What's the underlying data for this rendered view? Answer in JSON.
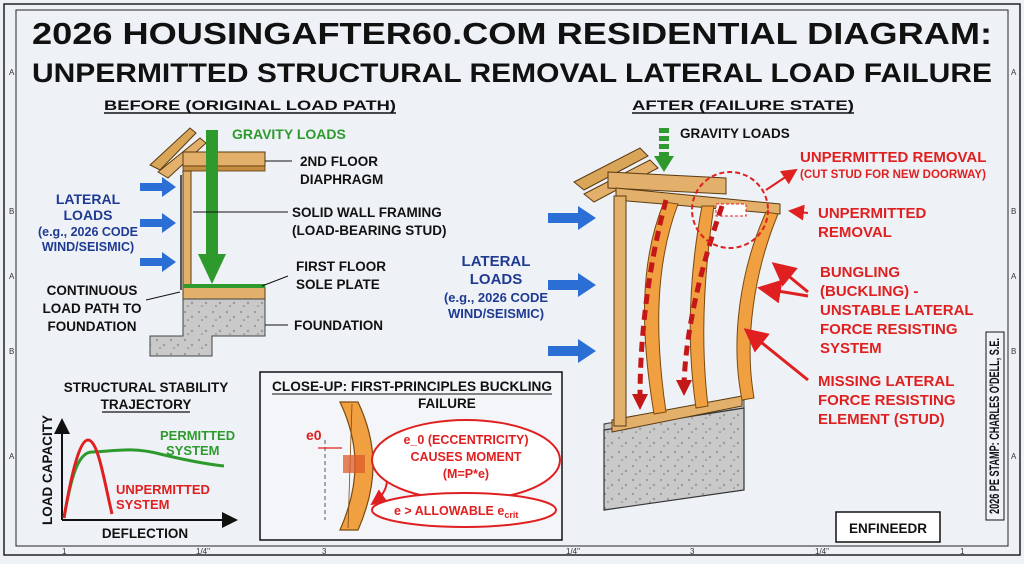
{
  "title_line1": "2026 HOUSINGAFTER60.COM RESIDENTIAL DIAGRAM:",
  "title_line2": "UNPERMITTED STRUCTURAL REMOVAL LATERAL LOAD FAILURE",
  "before": {
    "heading": "BEFORE (ORIGINAL LOAD PATH)",
    "gravity_loads": "GRAVITY LOADS",
    "second_floor_1": "2ND FLOOR",
    "second_floor_2": "DIAPHRAGM",
    "lateral_1": "LATERAL",
    "lateral_2": "LOADS",
    "lateral_3": "(e.g., 2026 CODE",
    "lateral_4": "WIND/SEISMIC)",
    "solid_wall_1": "SOLID WALL FRAMING",
    "solid_wall_2": "(LOAD-BEARING STUD)",
    "first_floor_1": "FIRST FLOOR",
    "first_floor_2": "SOLE PLATE",
    "continuous_1": "CONTINUOUS",
    "continuous_2": "LOAD PATH TO",
    "continuous_3": "FOUNDATION",
    "foundation": "FOUNDATION"
  },
  "after": {
    "heading": "AFTER (FAILURE STATE)",
    "gravity_loads": "GRAVITY LOADS",
    "lateral_1": "LATERAL",
    "lateral_2": "LOADS",
    "lateral_3": "(e.g., 2026 CODE",
    "lateral_4": "WIND/SEISMIC)",
    "removal_title": "UNPERMITTED REMOVAL",
    "removal_sub": "(CUT STUD FOR NEW DOORWAY)",
    "removal2_1": "UNPERMITTED",
    "removal2_2": "REMOVAL",
    "bungling_1": "BUNGLING",
    "bungling_2": "(BUCKLING) -",
    "bungling_3": "UNSTABLE LATERAL",
    "bungling_4": "FORCE RESISTING",
    "bungling_5": "SYSTEM",
    "missing_1": "MISSING LATERAL",
    "missing_2": "FORCE RESISTING",
    "missing_3": "ELEMENT (STUD)"
  },
  "stability": {
    "title_1": "STRUCTURAL STABILITY",
    "title_2": "TRAJECTORY",
    "ylabel": "LOAD CAPACITY",
    "xlabel": "DEFLECTION",
    "permitted_1": "PERMITTED",
    "permitted_2": "SYSTEM",
    "unpermitted_1": "UNPERMITTED",
    "unpermitted_2": "SYSTEM",
    "colors": {
      "permitted": "#2e9a2e",
      "unpermitted": "#e02020"
    }
  },
  "closeup": {
    "title_1": "CLOSE-UP: FIRST-PRINCIPLES BUCKLING",
    "title_2": "FAILURE",
    "e0": "e0",
    "bubble_1": "e_0 (ECCENTRICITY)",
    "bubble_2": "CAUSES MOMENT",
    "bubble_3": "(M=P*e)",
    "bubble_4": "e > ALLOWABLE e",
    "bubble_4_sub": "crit"
  },
  "stamp": "2026 PE STAMP: CHARLES O'DELL, S.E.",
  "logo": "ENFINEEDR",
  "border": {
    "left": [
      "A",
      "B",
      "A",
      "B",
      "A"
    ],
    "right": [
      "A",
      "B",
      "A",
      "B",
      "A"
    ],
    "bottom": [
      "1",
      "1/4\"",
      "3",
      "1/4\"",
      "3",
      "1/4\"",
      "1"
    ]
  }
}
